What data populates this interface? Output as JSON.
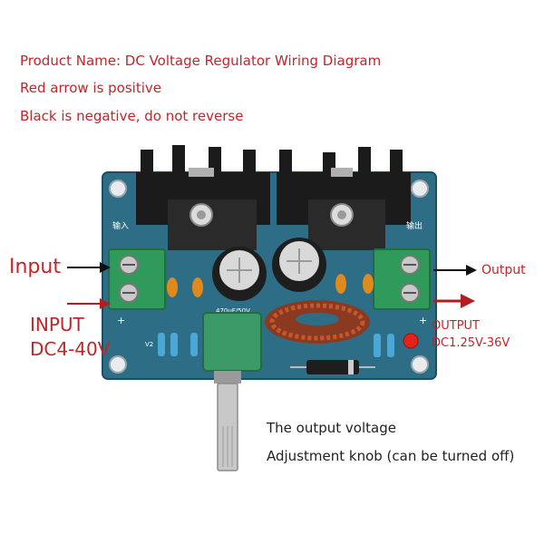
{
  "header": {
    "product_name": "Product Name: DC Voltage Regulator Wiring Diagram",
    "red_note": "Red arrow is positive",
    "black_note": "Black is negative, do not reverse"
  },
  "input": {
    "label": "Input",
    "caps_label": "INPUT",
    "range": "DC4-40V"
  },
  "output": {
    "label": "Output",
    "caps_label": "OUTPUT",
    "range": "DC1.25V-36V"
  },
  "knob_note": {
    "line1": "The output voltage",
    "line2": "Adjustment knob (can be turned off)"
  },
  "board": {
    "silk_in": "输入",
    "silk_out": "输出",
    "cap_marking": "470uF/50V",
    "plus_left": "+",
    "plus_right": "+",
    "v2_mark": "V2"
  },
  "colors": {
    "positive_arrow": "#b01e22",
    "negative_arrow": "#111111",
    "pcb": "#2d6e86",
    "terminal": "#2f9a5a"
  }
}
